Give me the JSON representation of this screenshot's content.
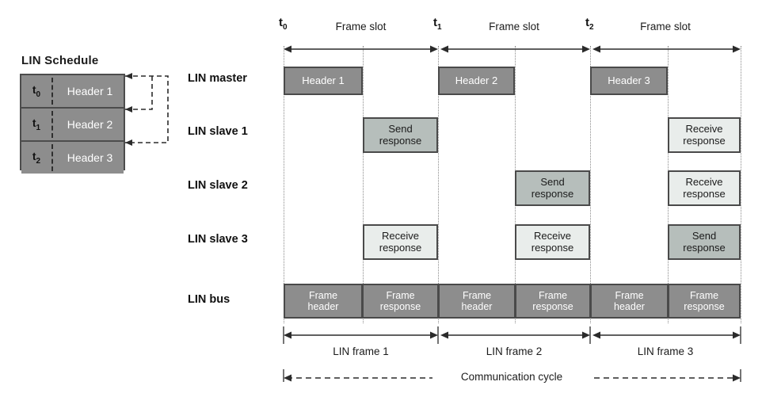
{
  "schedule": {
    "title": "LIN Schedule",
    "rows": [
      {
        "time": "t",
        "time_sub": "0",
        "header": "Header 1"
      },
      {
        "time": "t",
        "time_sub": "1",
        "header": "Header 2"
      },
      {
        "time": "t",
        "time_sub": "2",
        "header": "Header 3"
      }
    ]
  },
  "timeline": {
    "ticks": [
      {
        "label": "t",
        "sub": "0"
      },
      {
        "label": "t",
        "sub": "1"
      },
      {
        "label": "t",
        "sub": "2"
      }
    ],
    "slot_captions": [
      "Frame slot",
      "Frame slot",
      "Frame slot"
    ],
    "frame_captions": [
      "LIN frame 1",
      "LIN frame 2",
      "LIN frame 3"
    ],
    "cycle_caption": "Communication cycle"
  },
  "rows": [
    {
      "name": "LIN master",
      "blocks": [
        {
          "text1": "Header 1",
          "text2": "",
          "style": "dark"
        },
        {
          "text1": "Header 2",
          "text2": "",
          "style": "dark"
        },
        {
          "text1": "Header 3",
          "text2": "",
          "style": "dark"
        }
      ]
    },
    {
      "name": "LIN slave 1",
      "blocks": [
        {
          "text1": "Send",
          "text2": "response",
          "style": "mid"
        },
        {
          "text1": "Receive",
          "text2": "response",
          "style": "light"
        }
      ]
    },
    {
      "name": "LIN slave 2",
      "blocks": [
        {
          "text1": "Send",
          "text2": "response",
          "style": "mid"
        },
        {
          "text1": "Receive",
          "text2": "response",
          "style": "light"
        }
      ]
    },
    {
      "name": "LIN slave 3",
      "blocks": [
        {
          "text1": "Receive",
          "text2": "response",
          "style": "light"
        },
        {
          "text1": "Receive",
          "text2": "response",
          "style": "light"
        },
        {
          "text1": "Send",
          "text2": "response",
          "style": "mid"
        }
      ]
    },
    {
      "name": "LIN bus",
      "blocks": [
        {
          "text1": "Frame",
          "text2": "header",
          "style": "bus"
        },
        {
          "text1": "Frame",
          "text2": "response",
          "style": "bus"
        },
        {
          "text1": "Frame",
          "text2": "header",
          "style": "bus"
        },
        {
          "text1": "Frame",
          "text2": "response",
          "style": "bus"
        },
        {
          "text1": "Frame",
          "text2": "header",
          "style": "bus"
        },
        {
          "text1": "Frame",
          "text2": "response",
          "style": "bus"
        }
      ]
    }
  ],
  "colors": {
    "dark_fill": "#8d8d8d",
    "mid_fill": "#b6bebb",
    "light_fill": "#e9edeb",
    "border": "#4a4a4a",
    "guide": "#8a8a8a",
    "text_dark": "#1b1b1b",
    "text_light": "#ffffff"
  }
}
